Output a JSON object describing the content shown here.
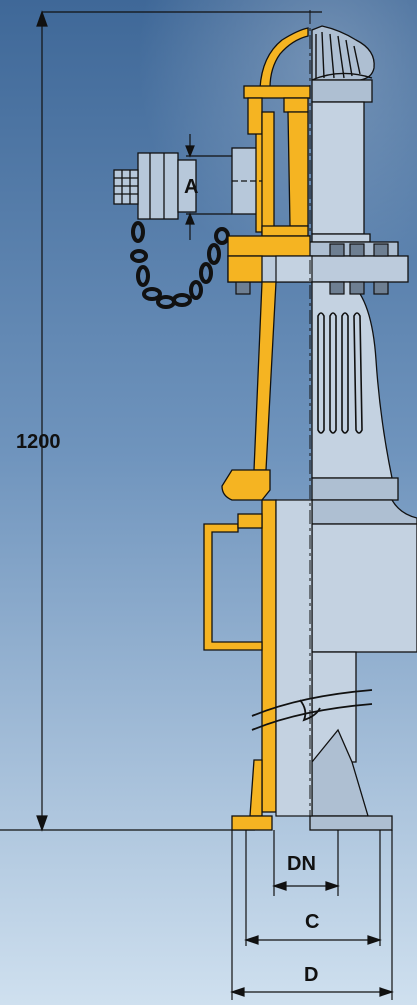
{
  "dimensions": {
    "height": "1200",
    "outlet": "A",
    "nominal_diameter": "DN",
    "bolt_circle": "C",
    "flange_diameter": "D"
  },
  "colors": {
    "background_top": "#3f6898",
    "background_bottom": "#cfe0ef",
    "cutaway_fill": "#f5b422",
    "line": "#111111"
  }
}
